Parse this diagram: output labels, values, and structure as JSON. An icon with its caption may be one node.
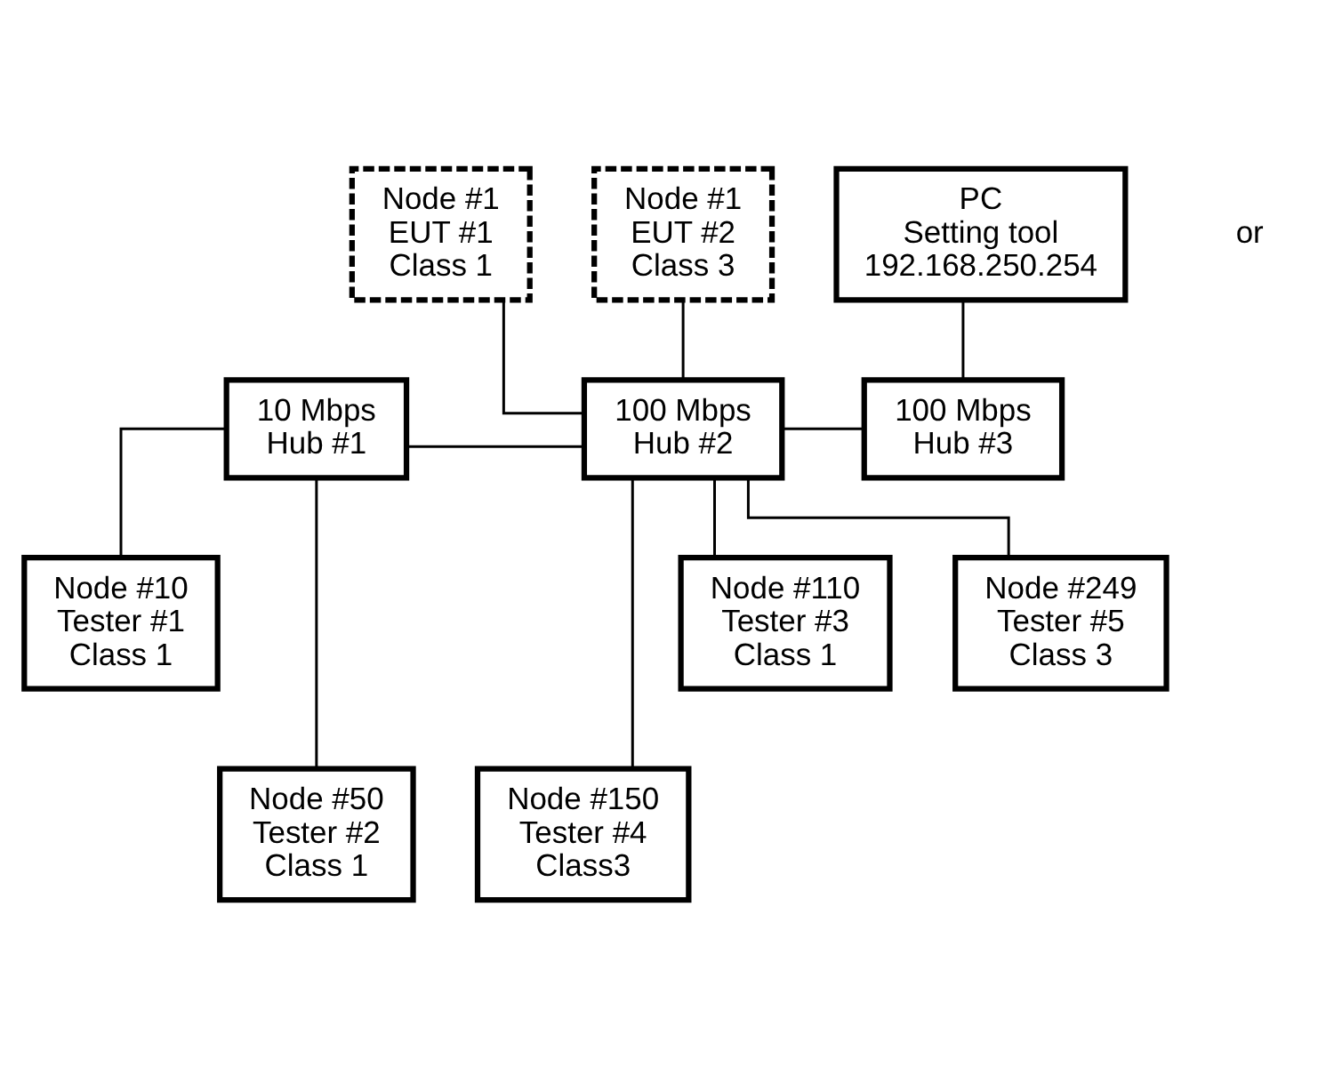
{
  "diagram": {
    "nodes": [
      {
        "text": [
          "Node #1",
          "EUT #1",
          "Class 1"
        ]
      },
      {
        "text": [
          "Node #1",
          "EUT #2",
          "Class 3"
        ]
      },
      {
        "text": [
          "PC",
          "Setting tool",
          "192.168.250.254"
        ]
      },
      {
        "text": [
          "10 Mbps",
          "Hub #1"
        ]
      },
      {
        "text": [
          "100 Mbps",
          "Hub #2"
        ]
      },
      {
        "text": [
          "100 Mbps",
          "Hub #3"
        ]
      },
      {
        "text": [
          "Node #10",
          "Tester #1",
          "Class 1"
        ]
      },
      {
        "text": [
          "Node #110",
          "Tester #3",
          "Class 1"
        ]
      },
      {
        "text": [
          "Node #249",
          "Tester #5",
          "Class 3"
        ]
      },
      {
        "text": [
          "Node #50",
          "Tester #2",
          "Class 1"
        ]
      },
      {
        "text": [
          "Node #150",
          "Tester #4",
          "Class3"
        ]
      }
    ],
    "edges": [
      {
        "from": 0,
        "to": 4,
        "arrow": "none"
      },
      {
        "from": 1,
        "to": 4,
        "arrow": "none"
      },
      {
        "from": 2,
        "to": 5,
        "arrow": "none"
      },
      {
        "from": 3,
        "to": 4,
        "arrow": "none"
      },
      {
        "from": 4,
        "to": 5,
        "arrow": "none"
      },
      {
        "from": 3,
        "to": 6,
        "arrow": "none"
      },
      {
        "from": 3,
        "to": 9,
        "arrow": "none"
      },
      {
        "from": 4,
        "to": 7,
        "arrow": "none"
      },
      {
        "from": 4,
        "to": 10,
        "arrow": "none"
      },
      {
        "from": 4,
        "to": 8,
        "arrow": "none"
      }
    ],
    "labels": [
      "or"
    ]
  }
}
